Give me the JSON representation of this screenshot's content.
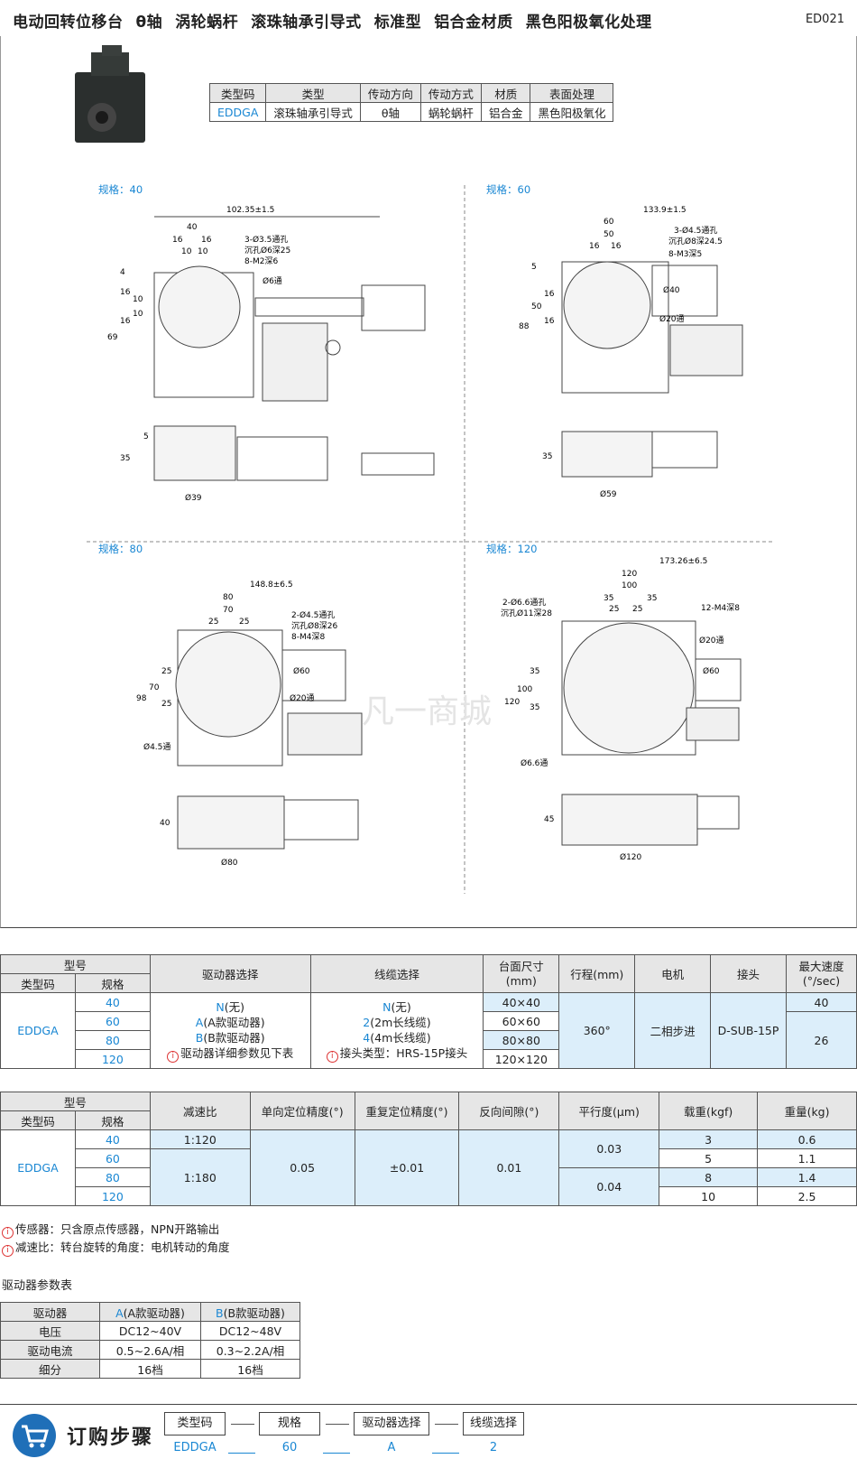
{
  "header": {
    "parts": [
      "电动回转位移台",
      "θ轴",
      "涡轮蜗杆",
      "滚珠轴承引导式",
      "标准型",
      "铝合金材质",
      "黑色阳极氧化处理"
    ],
    "code": "ED021"
  },
  "spec": {
    "headers": [
      "类型码",
      "类型",
      "传动方向",
      "传动方式",
      "材质",
      "表面处理"
    ],
    "values": [
      "EDDGA",
      "滚珠轴承引导式",
      "θ轴",
      "蜗轮蜗杆",
      "铝合金",
      "黑色阳极氧化"
    ]
  },
  "drawings": {
    "s40": {
      "label": "规格：40",
      "dims": [
        "102.35±1.5",
        "40",
        "16",
        "16",
        "10",
        "10",
        "3-Ø3.5通孔",
        "沉孔Ø6深25",
        "8-M2深6",
        "Ø6通",
        "4",
        "16",
        "10",
        "10",
        "16",
        "69",
        "5",
        "35",
        "Ø39"
      ]
    },
    "s60": {
      "label": "规格：60",
      "dims": [
        "133.9±1.5",
        "60",
        "50",
        "16",
        "16",
        "3-Ø4.5通孔",
        "沉孔Ø8深24.5",
        "8-M3深5",
        "Ø40",
        "Ø20通",
        "5",
        "16",
        "16",
        "50",
        "88",
        "35",
        "Ø59"
      ]
    },
    "s80": {
      "label": "规格：80",
      "dims": [
        "148.8±6.5",
        "80",
        "70",
        "25",
        "25",
        "2-Ø4.5通孔",
        "沉孔Ø8深26",
        "8-M4深8",
        "Ø60",
        "Ø20通",
        "25",
        "25",
        "70",
        "98",
        "Ø4.5通",
        "40",
        "Ø80"
      ]
    },
    "s120": {
      "label": "规格：120",
      "dims": [
        "173.26±6.5",
        "120",
        "100",
        "35",
        "25",
        "25",
        "35",
        "2-Ø6.6通孔",
        "沉孔Ø11深28",
        "12-M4深8",
        "Ø20通",
        "Ø60",
        "35",
        "35",
        "100",
        "120",
        "Ø6.6通",
        "45",
        "Ø120"
      ]
    },
    "watermark": "凡一商城"
  },
  "table1": {
    "h_model": "型号",
    "h_code": "类型码",
    "h_spec": "规格",
    "h_driver": "驱动器选择",
    "h_cable": "线缆选择",
    "h_size": "台面尺寸\n(mm)",
    "h_stroke": "行程(mm)",
    "h_motor": "电机",
    "h_conn": "接头",
    "h_speed": "最大速度\n(°/sec)",
    "code": "EDDGA",
    "specs": [
      "40",
      "60",
      "80",
      "120"
    ],
    "driver": [
      {
        "k": "N",
        "v": "(无)"
      },
      {
        "k": "A",
        "v": "(A款驱动器)"
      },
      {
        "k": "B",
        "v": "(B款驱动器)"
      }
    ],
    "driver_note": "驱动器详细参数见下表",
    "cable": [
      {
        "k": "N",
        "v": "(无)"
      },
      {
        "k": "2",
        "v": "(2m长线缆)"
      },
      {
        "k": "4",
        "v": "(4m长线缆)"
      }
    ],
    "cable_note": "接头类型：HRS-15P接头",
    "sizes": [
      "40×40",
      "60×60",
      "80×80",
      "120×120"
    ],
    "stroke": "360°",
    "motor": "二相步进",
    "conn": "D-SUB-15P",
    "speed": [
      "40",
      "26"
    ]
  },
  "table2": {
    "h_model": "型号",
    "h_code": "类型码",
    "h_spec": "规格",
    "h_ratio": "减速比",
    "h_uni": "单向定位精度(°)",
    "h_rep": "重复定位精度(°)",
    "h_back": "反向间隙(°)",
    "h_par": "平行度(μm)",
    "h_load": "载重(kgf)",
    "h_weight": "重量(kg)",
    "code": "EDDGA",
    "specs": [
      "40",
      "60",
      "80",
      "120"
    ],
    "ratio": [
      "1:120",
      "1:180"
    ],
    "uni": "0.05",
    "rep": "±0.01",
    "back": "0.01",
    "par": [
      "0.03",
      "0.04"
    ],
    "load": [
      "3",
      "5",
      "8",
      "10"
    ],
    "weight": [
      "0.6",
      "1.1",
      "1.4",
      "2.5"
    ]
  },
  "notes": [
    "传感器：只含原点传感器，NPN开路输出",
    "减速比：转台旋转的角度：电机转动的角度"
  ],
  "drvtable": {
    "title": "驱动器参数表",
    "h": [
      "驱动器",
      "A",
      "(A款驱动器)",
      "B",
      "(B款驱动器)"
    ],
    "rows": [
      [
        "电压",
        "DC12~40V",
        "DC12~48V"
      ],
      [
        "驱动电流",
        "0.5~2.6A/相",
        "0.3~2.2A/相"
      ],
      [
        "细分",
        "16档",
        "16档"
      ]
    ]
  },
  "order": {
    "title": "订购步骤",
    "steps": [
      "类型码",
      "规格",
      "驱动器选择",
      "线缆选择"
    ],
    "values": [
      "EDDGA",
      "60",
      "A",
      "2"
    ]
  },
  "colors": {
    "accent": "#1a87d3",
    "light": "#dceefa"
  }
}
